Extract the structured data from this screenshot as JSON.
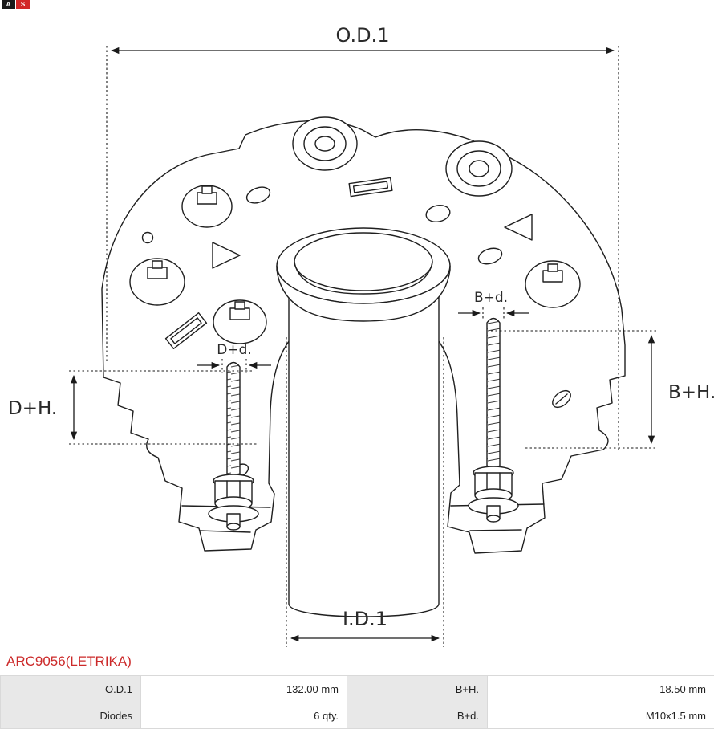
{
  "logo": {
    "a": "A",
    "b": "S"
  },
  "part_number": "ARC9056(LETRIKA)",
  "drawing": {
    "labels": {
      "od1": "O.D.1",
      "id1": "I.D.1",
      "dh": "D+H.",
      "bh": "B+H.",
      "dd": "D+d.",
      "bd": "B+d."
    }
  },
  "table": {
    "rows": [
      {
        "label1": "O.D.1",
        "value1": "132.00 mm",
        "label2": "B+H.",
        "value2": "18.50 mm"
      },
      {
        "label1": "Diodes",
        "value1": "6 qty.",
        "label2": "B+d.",
        "value2": "M10x1.5 mm"
      }
    ]
  },
  "colors": {
    "accent_red": "#cc2a2a",
    "table_label_bg": "#e8e8e8",
    "table_border": "#d9d9d9",
    "line_color": "#1f1f1f"
  }
}
